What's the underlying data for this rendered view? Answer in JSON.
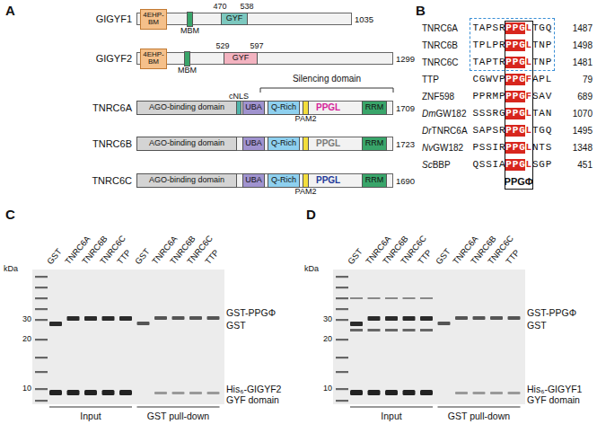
{
  "diagram": {
    "nodes": [
      {
        "text": [
          "GIGYF1",
          "1035"
        ]
      },
      {
        "text": [
          "4EHP-BM"
        ],
        "in": 0
      },
      {
        "text": [
          "MBM"
        ],
        "in": 0
      },
      {
        "text": [
          "GYF"
        ],
        "in": 0
      },
      {
        "text": [
          "GIGYF2",
          "1299"
        ]
      },
      {
        "text": [
          "4EHP-BM"
        ],
        "in": 4
      },
      {
        "text": [
          "MBM"
        ],
        "in": 4
      },
      {
        "text": [
          "GYF"
        ],
        "in": 4
      },
      {
        "text": [
          "TNRC6A",
          "1709"
        ]
      },
      {
        "text": [
          "AGO-binding domain"
        ],
        "in": 8
      },
      {
        "text": [
          "cNLS"
        ],
        "in": 8
      },
      {
        "text": [
          "UBA"
        ],
        "in": 8
      },
      {
        "text": [
          "Q-Rich"
        ],
        "in": 8
      },
      {
        "text": [
          "PAM2"
        ],
        "in": 8
      },
      {
        "text": [
          "RRM"
        ],
        "in": 8
      },
      {
        "text": [
          "TNRC6B",
          "1723"
        ]
      },
      {
        "text": [
          "AGO-binding domain"
        ],
        "in": 15
      },
      {
        "text": [
          "UBA"
        ],
        "in": 15
      },
      {
        "text": [
          "Q-Rich"
        ],
        "in": 15
      },
      {
        "text": [
          "RRM"
        ],
        "in": 15
      },
      {
        "text": [
          "TNRC6C",
          "1690"
        ]
      },
      {
        "text": [
          "AGO-binding domain"
        ],
        "in": 20
      },
      {
        "text": [
          "UBA"
        ],
        "in": 20
      },
      {
        "text": [
          "Q-Rich"
        ],
        "in": 20
      },
      {
        "text": [
          "PAM2"
        ],
        "in": 20
      },
      {
        "text": [
          "RRM"
        ],
        "in": 20
      }
    ],
    "labels": [
      "A",
      "470",
      "538",
      "529",
      "597",
      "Silencing domain",
      "PPGL",
      "PPGL",
      "PPGL",
      "B",
      "TNRC6A",
      "TAPSRPPGLTGQ",
      "1487",
      "TNRC6B",
      "TPLPRPPGLTNP",
      "1498",
      "TNRC6C",
      "TAPTRPPGLTNP",
      "1481",
      "TTP",
      "CGWVPPPGFAPL",
      "79",
      "ZNF598",
      "PPRMPPPGFSAV",
      "689",
      "DmGW182",
      "SSSRGPPGLTAN",
      "1070",
      "DrTNRC6A",
      "SAPSRPPGLTGQ",
      "1495",
      "NvGW182",
      "PSSIRPPGLNTS",
      "1348",
      "ScBBP",
      "QSSIAPPGLSGP",
      "451",
      "PPGΦ",
      "C",
      "kDa",
      "30",
      "20",
      "10",
      "GST",
      "TNRC6A",
      "TNRC6B",
      "TNRC6C",
      "TTP",
      "GST",
      "TNRC6A",
      "TNRC6B",
      "TNRC6C",
      "TTP",
      "GST-PPGΦ",
      "GST",
      "His₆-GIGYF2 GYF domain",
      "Input",
      "GST pull-down",
      "D",
      "kDa",
      "30",
      "20",
      "10",
      "GST",
      "TNRC6A",
      "TNRC6B",
      "TNRC6C",
      "TTP",
      "GST",
      "TNRC6A",
      "TNRC6B",
      "TNRC6C",
      "TTP",
      "GST-PPGΦ",
      "GST",
      "His₆-GIGYF1 GYF domain",
      "Input",
      "GST pull-down"
    ]
  }
}
